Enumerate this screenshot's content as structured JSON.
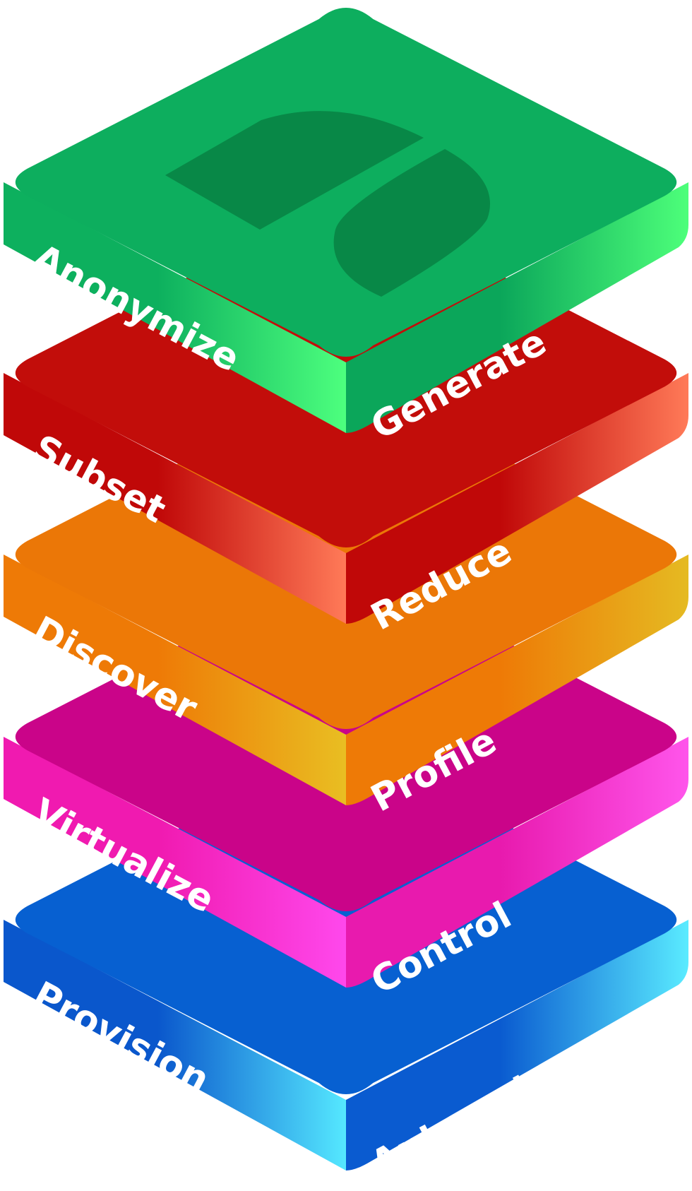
{
  "layers": [
    {
      "id": "blue",
      "left_label": "Provision",
      "right_label": "Automate",
      "top_color": "#0760D1",
      "left_from": "#0A57CC",
      "left_to": "#55E8FF",
      "right_from": "#0A5BD0",
      "right_to": "#5AEBFF"
    },
    {
      "id": "magenta",
      "left_label": "Virtualize",
      "right_label": "Control",
      "top_color": "#CA0489",
      "left_from": "#F01AB0",
      "left_to": "#FF48EC",
      "right_from": "#E81AAE",
      "right_to": "#FF55EB"
    },
    {
      "id": "orange",
      "left_label": "Discover",
      "right_label": "Profile",
      "top_color": "#EB7707",
      "left_from": "#EE7A06",
      "left_to": "#E9BE22",
      "right_from": "#EE7A06",
      "right_to": "#E5BA22"
    },
    {
      "id": "red",
      "left_label": "Subset",
      "right_label": "Reduce",
      "top_color": "#C20D0A",
      "left_from": "#C00808",
      "left_to": "#FF7A58",
      "right_from": "#C00808",
      "right_to": "#FF7A58"
    },
    {
      "id": "green",
      "left_label": "Anonymize",
      "right_label": "Generate",
      "top_color": "#0DAE5E",
      "left_from": "#0DB05E",
      "left_to": "#4DFF7E",
      "right_from": "#0BA65A",
      "right_to": "#4DFF7A",
      "logo_color": "#088847"
    }
  ]
}
